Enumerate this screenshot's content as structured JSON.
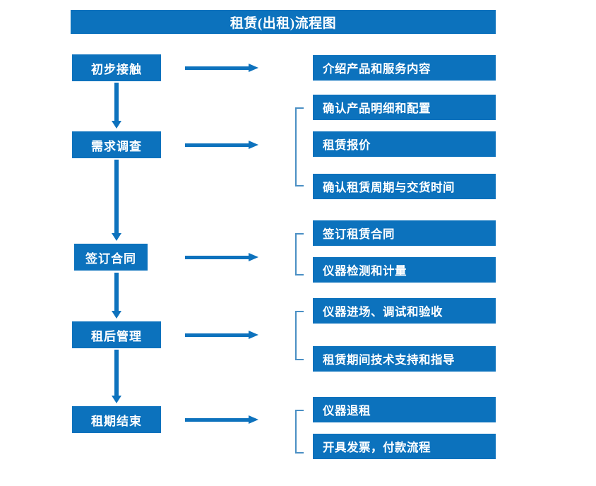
{
  "title": "租赁(出租)流程图",
  "accent_color": "#0c72bd",
  "bracket_color": "#4a8fc4",
  "text_color": "#ffffff",
  "background_color": "#ffffff",
  "stages": [
    {
      "id": "stage-1",
      "label": "初步接触"
    },
    {
      "id": "stage-2",
      "label": "需求调查"
    },
    {
      "id": "stage-3",
      "label": "签订合同"
    },
    {
      "id": "stage-4",
      "label": "租后管理"
    },
    {
      "id": "stage-5",
      "label": "租期结束"
    }
  ],
  "details": {
    "group1": [
      {
        "label": "介绍产品和服务内容"
      }
    ],
    "group2": [
      {
        "label": "确认产品明细和配置"
      },
      {
        "label": "租赁报价"
      },
      {
        "label": "确认租赁周期与交货时间"
      }
    ],
    "group3": [
      {
        "label": "签订租赁合同"
      },
      {
        "label": "仪器检测和计量"
      }
    ],
    "group4": [
      {
        "label": "仪器进场、调试和验收"
      },
      {
        "label": "租赁期间技术支持和指导"
      }
    ],
    "group5": [
      {
        "label": "仪器退租"
      },
      {
        "label": "开具发票，付款流程"
      }
    ]
  }
}
